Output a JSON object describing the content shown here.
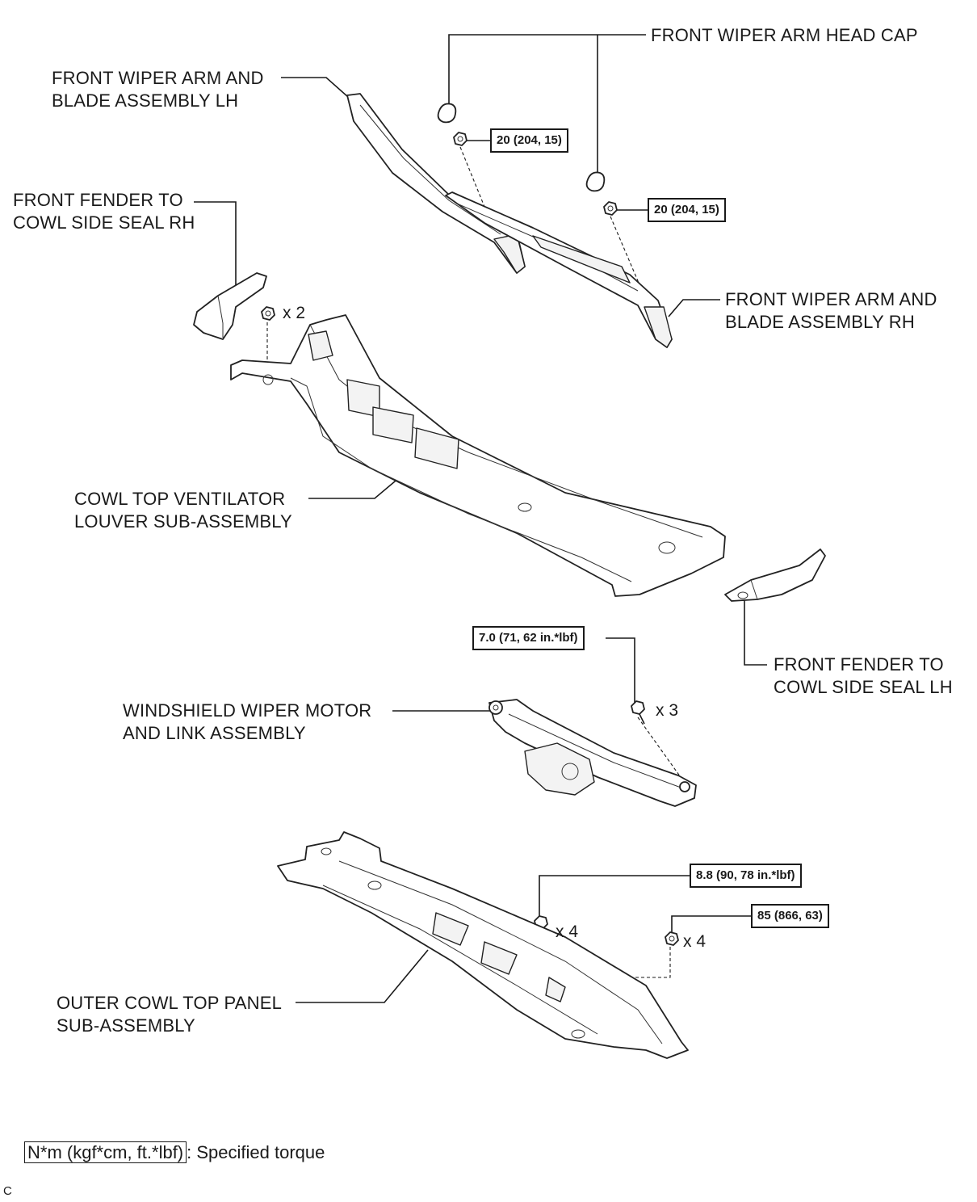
{
  "labels": {
    "head_cap": "FRONT WIPER ARM HEAD CAP",
    "arm_lh": [
      "FRONT WIPER ARM AND",
      "BLADE ASSEMBLY LH"
    ],
    "seal_rh": [
      "FRONT FENDER TO",
      "COWL SIDE SEAL RH"
    ],
    "arm_rh": [
      "FRONT WIPER ARM AND",
      "BLADE ASSEMBLY RH"
    ],
    "louver": [
      "COWL TOP VENTILATOR",
      "LOUVER SUB-ASSEMBLY"
    ],
    "seal_lh": [
      "FRONT FENDER TO",
      "COWL SIDE SEAL LH"
    ],
    "motor": [
      "WINDSHIELD WIPER MOTOR",
      "AND LINK ASSEMBLY"
    ],
    "panel": [
      "OUTER COWL TOP PANEL",
      "SUB-ASSEMBLY"
    ]
  },
  "torques": {
    "arm_lh_nut": "20 (204, 15)",
    "arm_rh_nut": "20 (204, 15)",
    "motor_bolt": "7.0 (71, 62 in.*lbf)",
    "panel_bolt": "8.8 (90, 78 in.*lbf)",
    "panel_nut": "85 (866, 63)"
  },
  "quantities": {
    "clip": "x 2",
    "motor_bolt": "x 3",
    "panel_bolt": "x 4",
    "panel_nut": "x 4"
  },
  "legend": {
    "unit": "N*m (kgf*cm, ft.*lbf)",
    "text": ": Specified torque"
  },
  "code": "C"
}
